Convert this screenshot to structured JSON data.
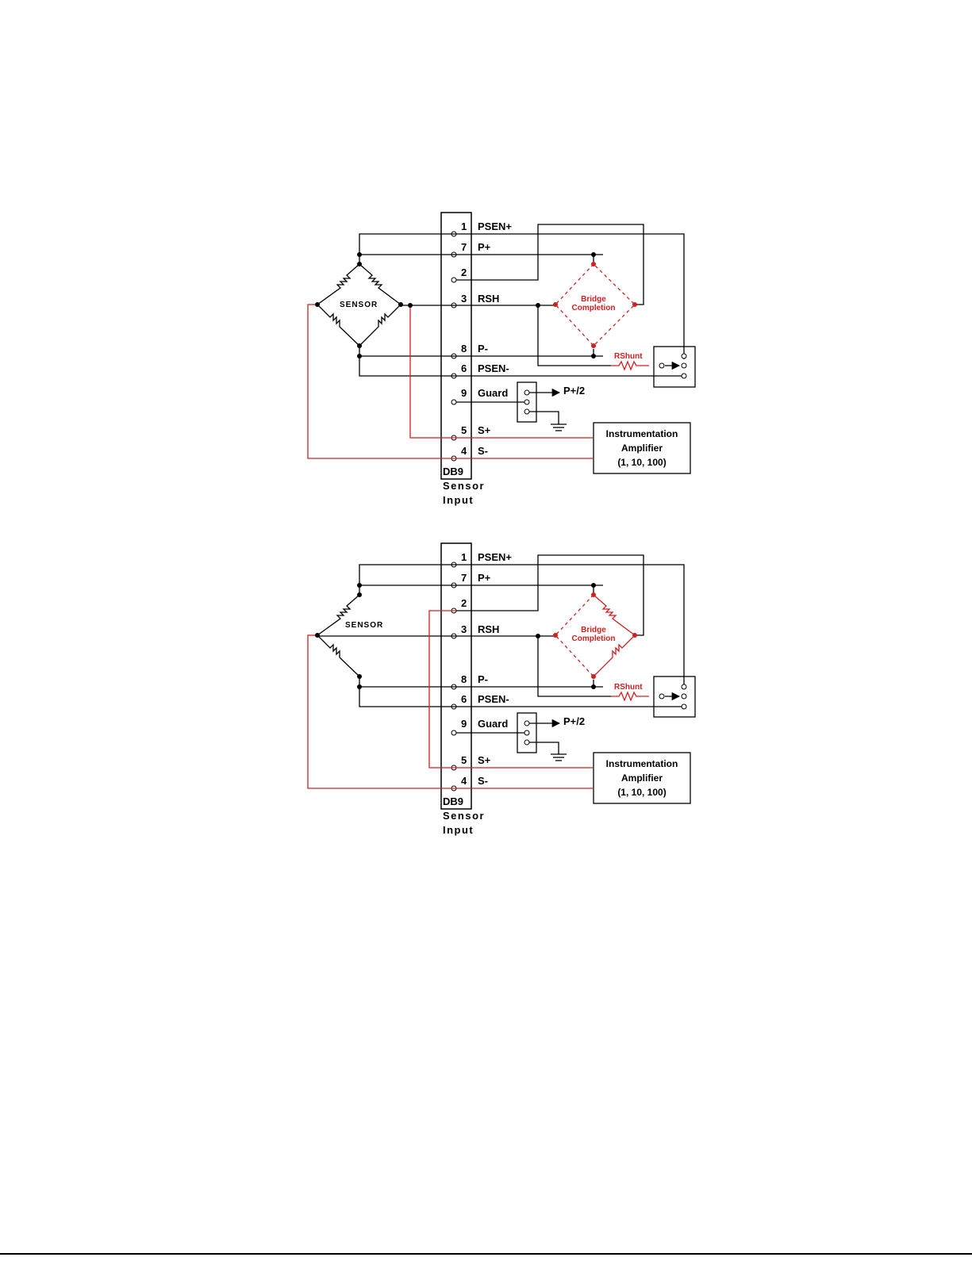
{
  "colors": {
    "black": "#000000",
    "red": "#d02020"
  },
  "diagrams": [
    {
      "pins": [
        {
          "num": "1",
          "label": "PSEN+"
        },
        {
          "num": "7",
          "label": "P+"
        },
        {
          "num": "2",
          "label": ""
        },
        {
          "num": "3",
          "label": "RSH"
        },
        {
          "num": "8",
          "label": "P-"
        },
        {
          "num": "6",
          "label": "PSEN-"
        },
        {
          "num": "9",
          "label": "Guard"
        },
        {
          "num": "5",
          "label": "S+"
        },
        {
          "num": "4",
          "label": "S-"
        }
      ],
      "connector": {
        "name": "DB9",
        "caption_line1": "Sensor",
        "caption_line2": "Input"
      },
      "sensor_label": "SENSOR",
      "bridge_label_line1": "Bridge",
      "bridge_label_line2": "Completion",
      "rshunt_label": "RShunt",
      "guard_output": "P+/2",
      "amplifier": {
        "line1": "Instrumentation",
        "line2": "Amplifier",
        "line3": "(1, 10, 100)"
      }
    },
    {
      "pins": [
        {
          "num": "1",
          "label": "PSEN+"
        },
        {
          "num": "7",
          "label": "P+"
        },
        {
          "num": "2",
          "label": ""
        },
        {
          "num": "3",
          "label": "RSH"
        },
        {
          "num": "8",
          "label": "P-"
        },
        {
          "num": "6",
          "label": "PSEN-"
        },
        {
          "num": "9",
          "label": "Guard"
        },
        {
          "num": "5",
          "label": "S+"
        },
        {
          "num": "4",
          "label": "S-"
        }
      ],
      "connector": {
        "name": "DB9",
        "caption_line1": "Sensor",
        "caption_line2": "Input"
      },
      "sensor_label": "SENSOR",
      "bridge_label_line1": "Bridge",
      "bridge_label_line2": "Completion",
      "rshunt_label": "RShunt",
      "guard_output": "P+/2",
      "amplifier": {
        "line1": "Instrumentation",
        "line2": "Amplifier",
        "line3": "(1, 10, 100)"
      }
    }
  ]
}
